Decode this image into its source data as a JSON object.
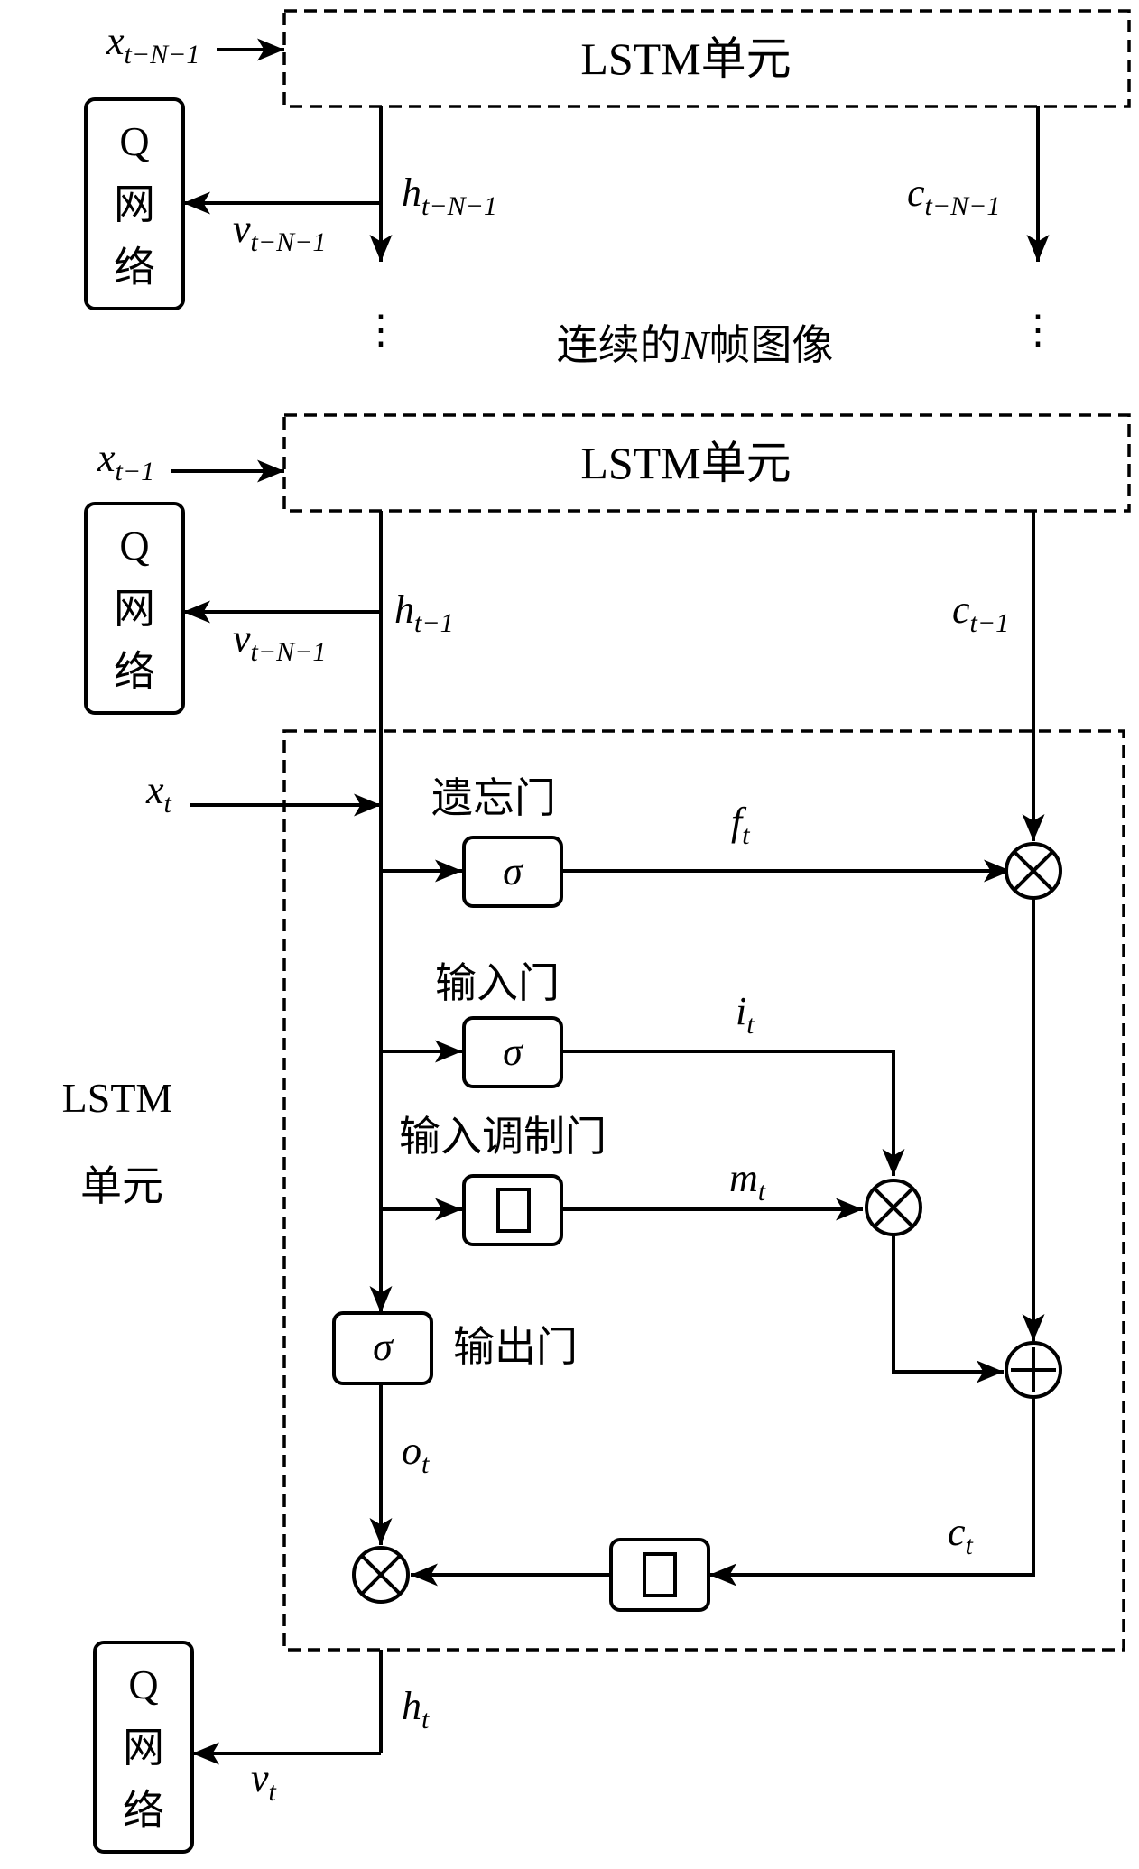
{
  "colors": {
    "stroke": "#000000",
    "background": "#ffffff"
  },
  "lstm_top": {
    "label": "LSTM单元"
  },
  "lstm_mid": {
    "label": "LSTM单元"
  },
  "lstm_main": {
    "label_line1": "LSTM",
    "label_line2": "单元"
  },
  "sequence_label": {
    "prefix": "连续的",
    "var": "N",
    "suffix": "帧图像"
  },
  "ellipsis": "⋮",
  "q_network": {
    "c1": "Q",
    "c2": "网",
    "c3": "络"
  },
  "gates": {
    "forget": "遗忘门",
    "input": "输入门",
    "modulation": "输入调制门",
    "output": "输出门",
    "sigma": "σ"
  },
  "vars": {
    "x_top": {
      "base": "x",
      "sub": "t−N−1"
    },
    "h_top": {
      "base": "h",
      "sub": "t−N−1"
    },
    "v_top": {
      "base": "v",
      "sub": "t−N−1"
    },
    "c_top": {
      "base": "c",
      "sub": "t−N−1"
    },
    "x_mid": {
      "base": "x",
      "sub": "t−1"
    },
    "h_mid": {
      "base": "h",
      "sub": "t−1"
    },
    "v_mid": {
      "base": "v",
      "sub": "t−N−1"
    },
    "c_mid": {
      "base": "c",
      "sub": "t−1"
    },
    "x_t": {
      "base": "x",
      "sub": "t"
    },
    "f_t": {
      "base": "f",
      "sub": "t"
    },
    "i_t": {
      "base": "i",
      "sub": "t"
    },
    "m_t": {
      "base": "m",
      "sub": "t"
    },
    "o_t": {
      "base": "o",
      "sub": "t"
    },
    "c_t": {
      "base": "c",
      "sub": "t"
    },
    "h_t": {
      "base": "h",
      "sub": "t"
    },
    "v_t": {
      "base": "v",
      "sub": "t"
    }
  },
  "operators": {
    "multiply": "multiply-icon",
    "add": "add-icon",
    "tanh": "square-icon"
  }
}
